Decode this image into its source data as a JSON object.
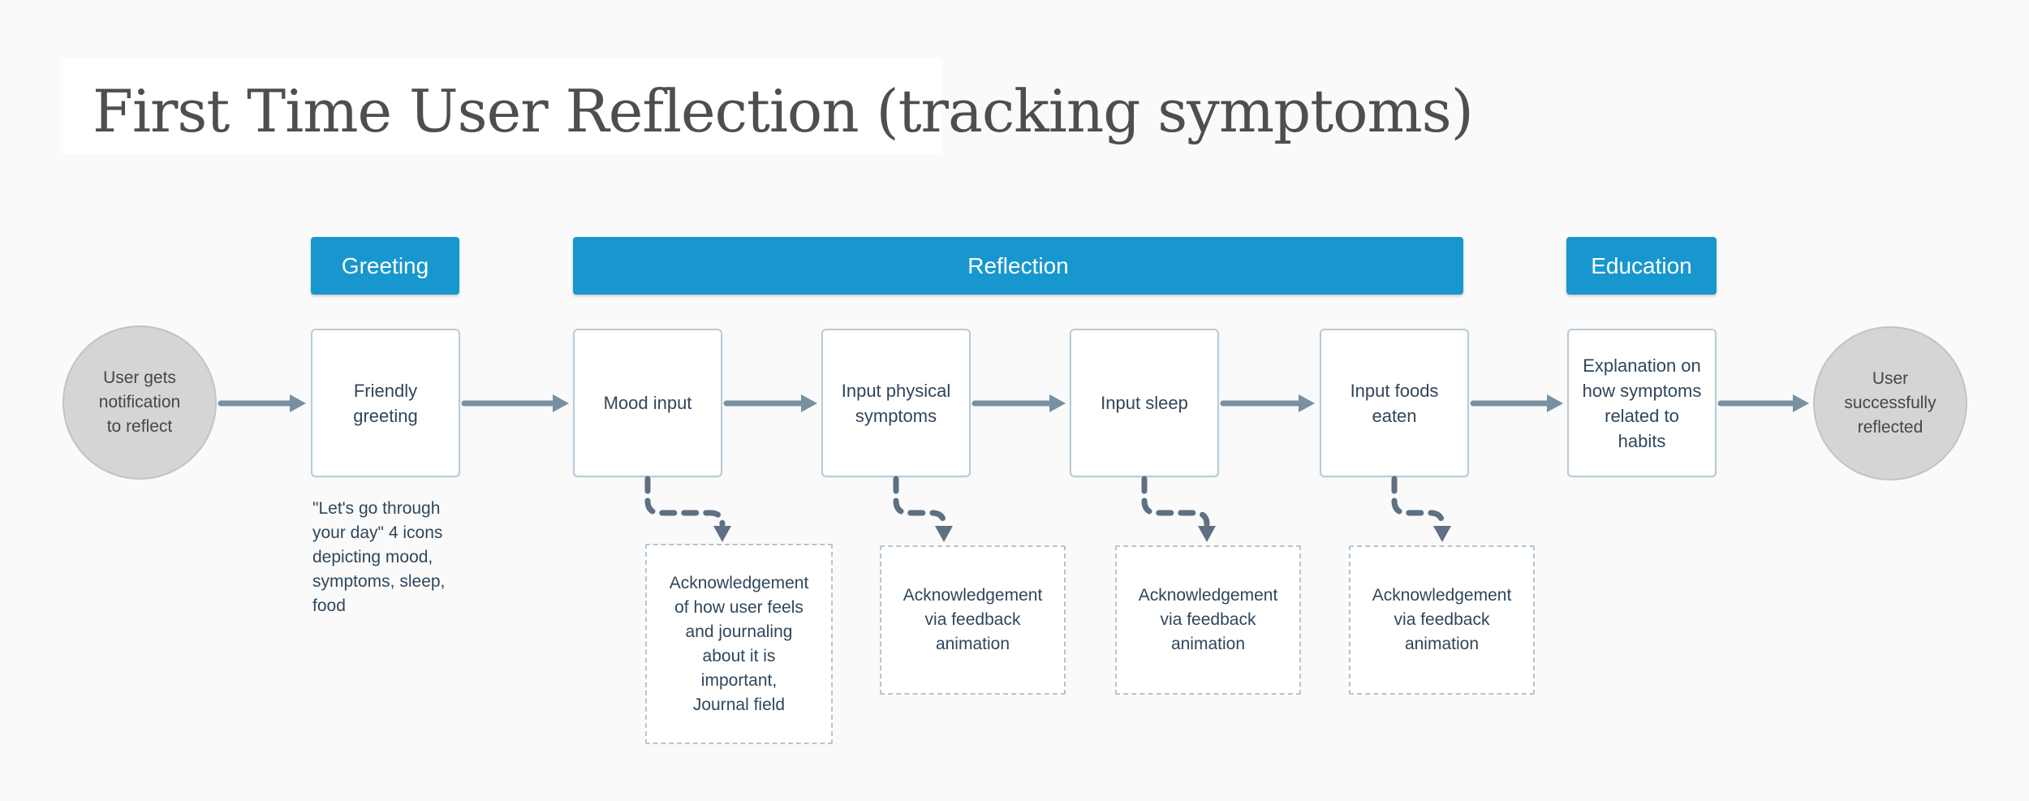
{
  "title": "First Time User Reflection (tracking symptoms)",
  "stages": [
    {
      "label": "Greeting"
    },
    {
      "label": "Reflection"
    },
    {
      "label": "Education"
    }
  ],
  "flow": {
    "start": {
      "label": "User gets\nnotification\nto reflect"
    },
    "steps": [
      {
        "label": "Friendly\ngreeting"
      },
      {
        "label": "Mood input"
      },
      {
        "label": "Input physical\nsymptoms"
      },
      {
        "label": "Input sleep"
      },
      {
        "label": "Input foods\neaten"
      },
      {
        "label": "Explanation on\nhow symptoms\nrelated to\nhabits"
      }
    ],
    "end": {
      "label": "User\nsuccessfully\nreflected"
    }
  },
  "annotations": {
    "greeting_note": "\"Let's go through\nyour day\" 4 icons\ndepicting mood,\nsymptoms, sleep,\nfood",
    "detail_boxes": [
      {
        "label": "Acknowledgement\nof how user feels\nand journaling\nabout it is\nimportant,\nJournal field"
      },
      {
        "label": "Acknowledgement\nvia feedback\nanimation"
      },
      {
        "label": "Acknowledgement\nvia feedback\nanimation"
      },
      {
        "label": "Acknowledgement\nvia feedback\nanimation"
      }
    ]
  },
  "colors": {
    "background": "#fafafa",
    "title_text": "#4e4e4e",
    "stage_bar": "#1897ce",
    "stage_bar_text": "#ffffff",
    "node_fill": "#ffffff",
    "node_border": "#b7cbd9",
    "node_text": "#30465a",
    "terminal_fill": "#d5d5d5",
    "terminal_border": "#c3c3c3",
    "terminal_text": "#464646",
    "arrow": "#78909f",
    "connector": "#5e7082",
    "dashed_border": "#b0c5d6"
  }
}
